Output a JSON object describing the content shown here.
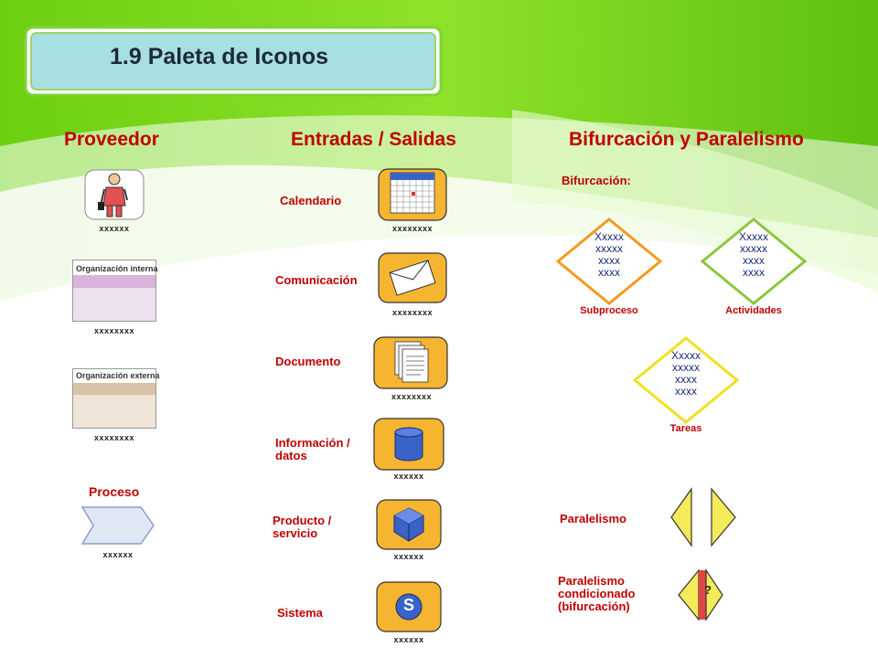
{
  "title": "1.9 Paleta de Iconos",
  "columns": {
    "proveedor": "Proveedor",
    "entradas_salidas": "Entradas / Salidas",
    "bifurcacion_paralelismo": "Bifurcación y Paralelismo"
  },
  "proveedor": {
    "person_caption": "xxxxxx",
    "org_internal_title": "Organización interna",
    "org_internal_caption": "xxxxxxxx",
    "org_external_title": "Organización externa",
    "org_external_caption": "xxxxxxxx",
    "proceso_label": "Proceso",
    "proceso_caption": "xxxxxx"
  },
  "entradas": [
    {
      "label": "Calendario",
      "caption": "xxxxxxxx"
    },
    {
      "label": "Comunicación",
      "caption": "xxxxxxxx"
    },
    {
      "label": "Documento",
      "caption": "xxxxxxxx"
    },
    {
      "label": "Información / datos",
      "caption": "xxxxxx"
    },
    {
      "label": "Producto / servicio",
      "caption": "xxxxxx"
    },
    {
      "label": "Sistema",
      "caption": "xxxxxx"
    }
  ],
  "sistema_letter": "S",
  "bifurcacion": {
    "label": "Bifurcación:",
    "diamonds": [
      {
        "lines": [
          "Xxxxx",
          "xxxxx",
          "xxxx",
          "xxxx"
        ],
        "caption": "Subproceso",
        "color": "#f39a1e"
      },
      {
        "lines": [
          "Xxxxx",
          "xxxxx",
          "xxxx",
          "xxxx"
        ],
        "caption": "Actividades",
        "color": "#8cc63f"
      },
      {
        "lines": [
          "Xxxxx",
          "xxxxx",
          "xxxx",
          "xxxx"
        ],
        "caption": "Tareas",
        "color": "#f0e020"
      }
    ],
    "paralelismo_label": "Paralelismo",
    "paralelismo_cond_label": [
      "Paralelismo",
      "condicionado",
      "(bifurcación)"
    ],
    "question_mark": "?"
  },
  "colors": {
    "accent_red": "#c00000",
    "icon_orange": "#f5b530",
    "icon_blue": "#3a63c8",
    "green_bg": "#7dd81a"
  }
}
